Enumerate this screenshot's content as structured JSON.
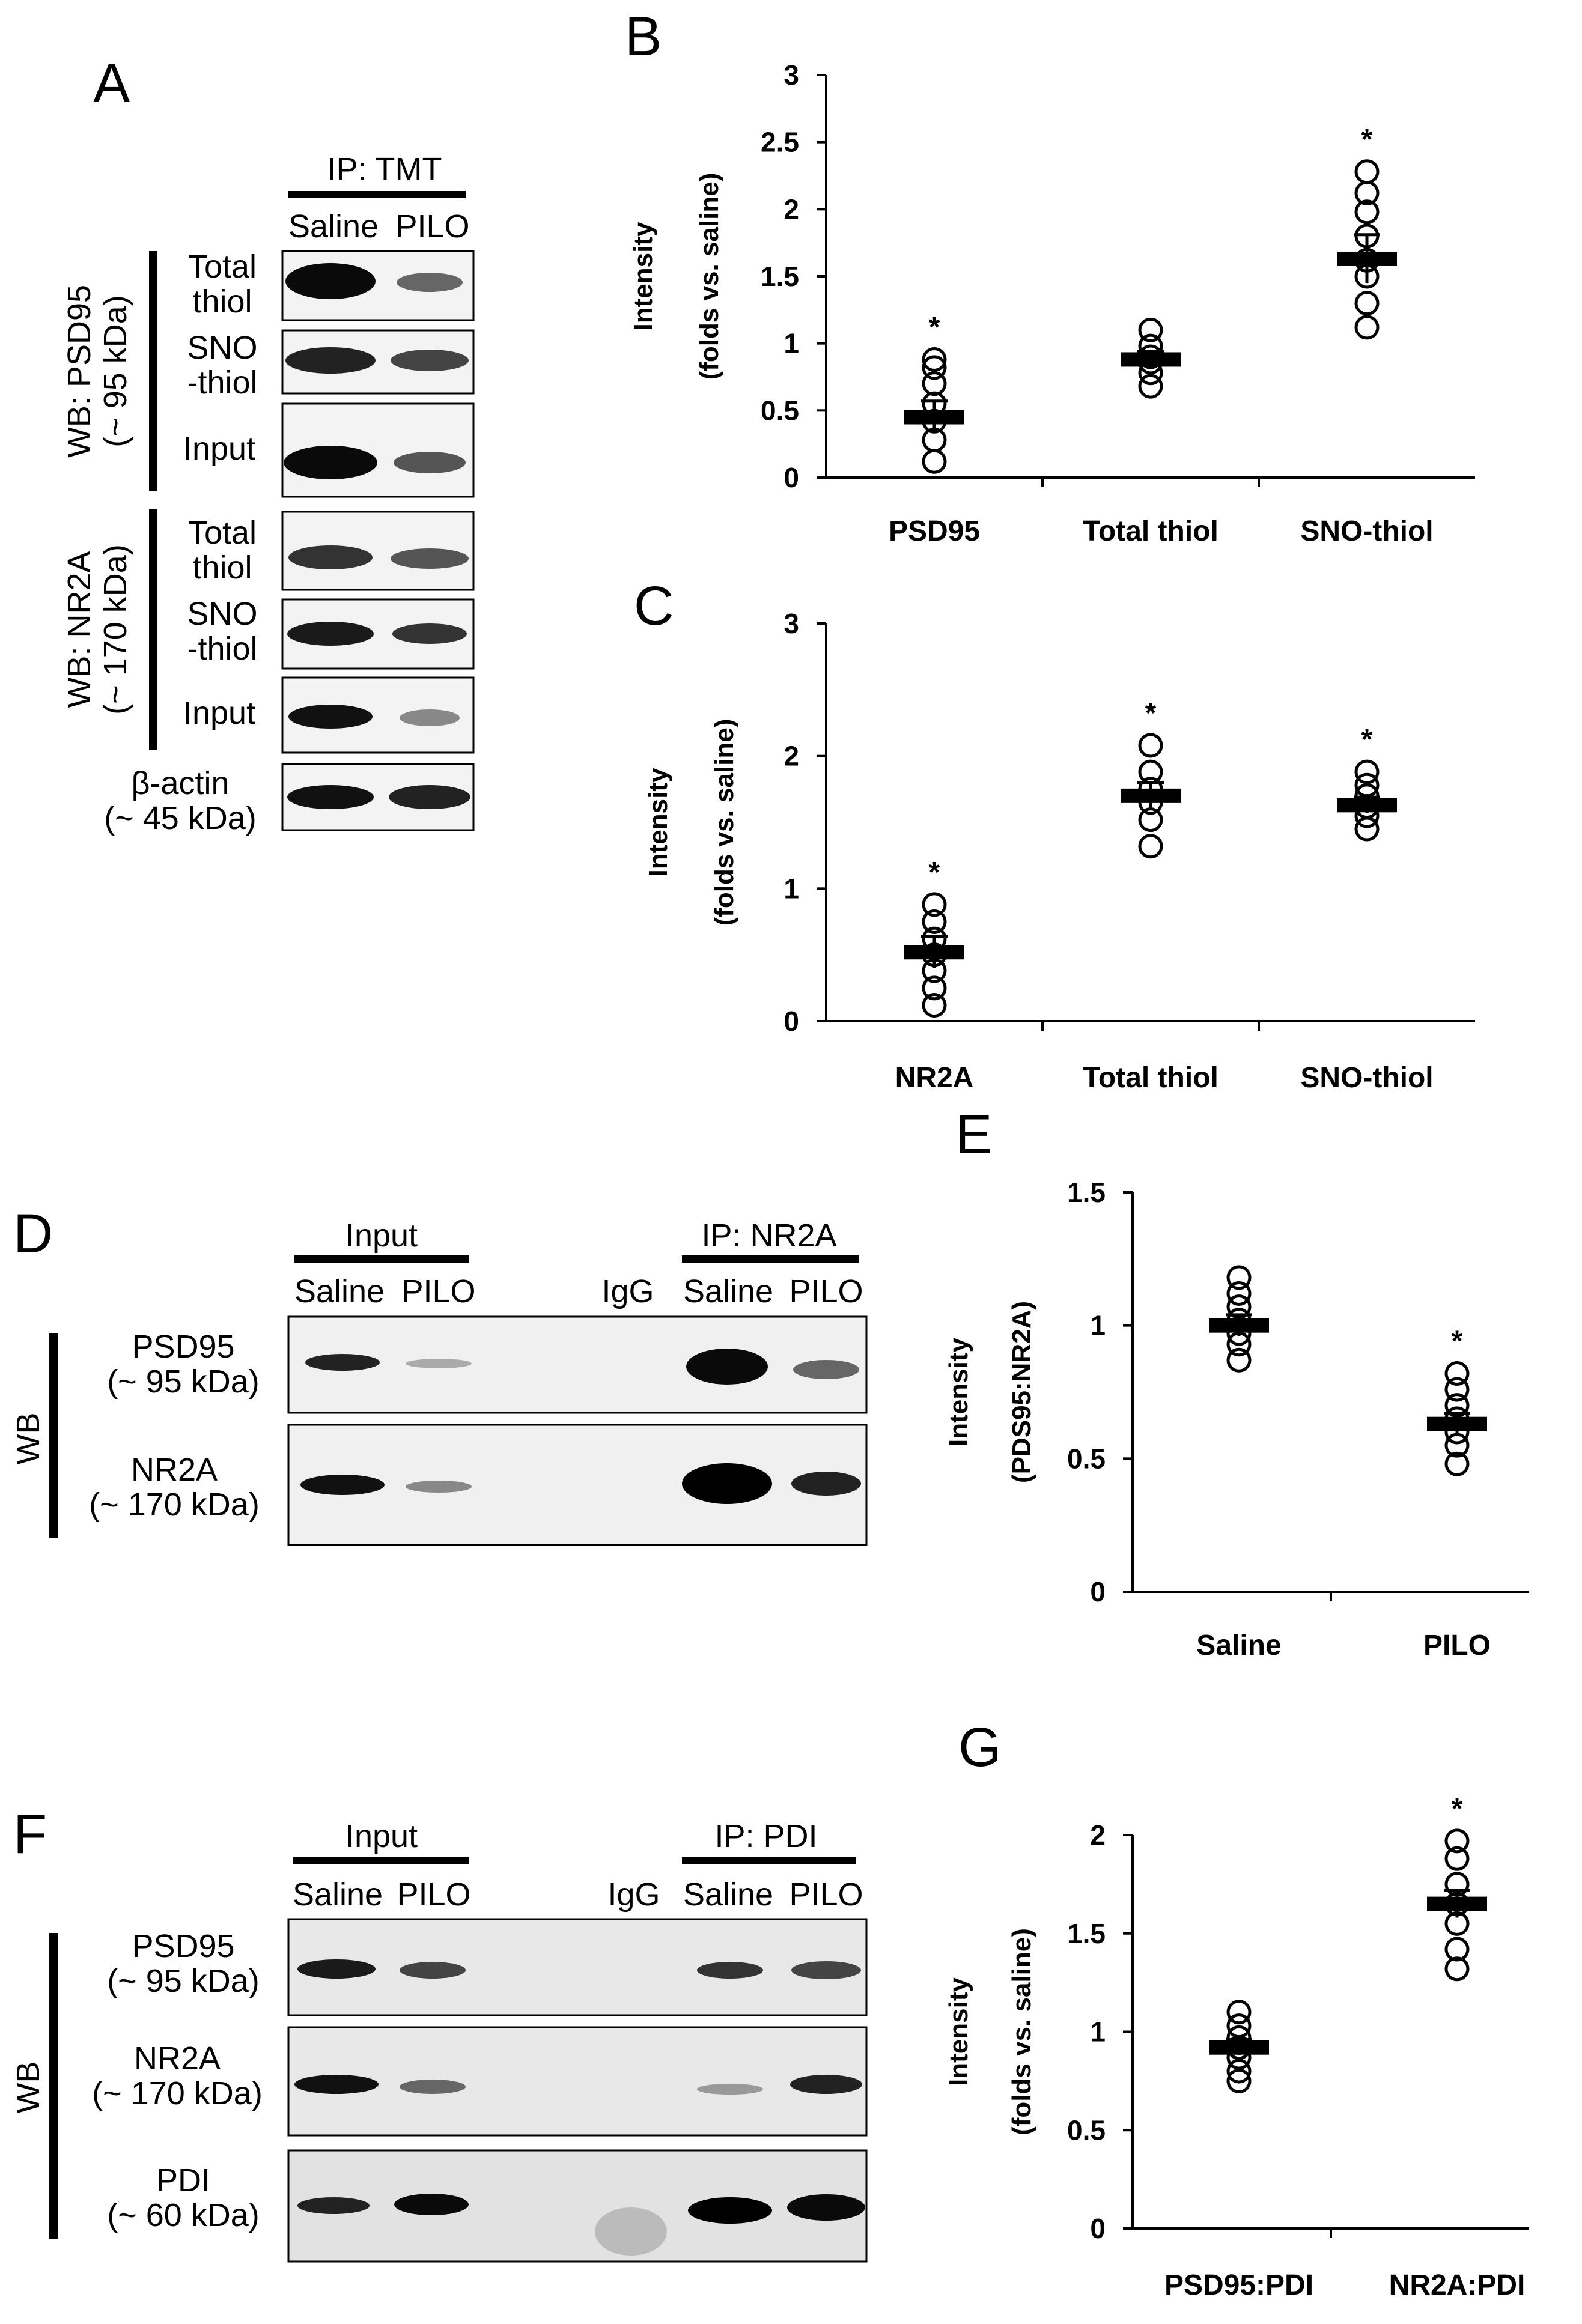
{
  "panels": {
    "A": {
      "letter": "A",
      "ip_label": "IP: TMT",
      "lane_labels": [
        "Saline",
        "PILO"
      ],
      "groups": [
        {
          "wb_label": "WB: PSD95",
          "size_label": "(~ 95 kDa)",
          "rows": [
            "Total\nthiol",
            "SNO\n-thiol",
            "Input"
          ]
        },
        {
          "wb_label": "WB: NR2A",
          "size_label": "(~ 170 kDa)",
          "rows": [
            "Total\nthiol",
            "SNO\n-thiol",
            "Input"
          ]
        }
      ],
      "loading": {
        "line1": "β-actin",
        "line2": "(~ 45 kDa)"
      }
    },
    "D": {
      "letter": "D",
      "input_label": "Input",
      "ip_label": "IP: NR2A",
      "lane_labels": [
        "Saline",
        "PILO",
        "IgG",
        "Saline",
        "PILO"
      ],
      "wb_label": "WB",
      "rows": [
        {
          "line1": "PSD95",
          "line2": "(~ 95 kDa)"
        },
        {
          "line1": "NR2A",
          "line2": "(~ 170 kDa)"
        }
      ]
    },
    "F": {
      "letter": "F",
      "input_label": "Input",
      "ip_label": "IP: PDI",
      "lane_labels": [
        "Saline",
        "PILO",
        "IgG",
        "Saline",
        "PILO"
      ],
      "wb_label": "WB",
      "rows": [
        {
          "line1": "PSD95",
          "line2": "(~ 95 kDa)"
        },
        {
          "line1": "NR2A",
          "line2": "(~ 170 kDa)"
        },
        {
          "line1": "PDI",
          "line2": "(~ 60 kDa)"
        }
      ]
    }
  },
  "chart_data": [
    {
      "panel": "B",
      "type": "scatter",
      "ylabel_line1": "Intensity",
      "ylabel_line2": "(folds vs. saline)",
      "ylim": [
        0,
        3
      ],
      "yticks": [
        0,
        0.5,
        1,
        1.5,
        2,
        2.5,
        3
      ],
      "tick_labels": [
        "0",
        "0.5",
        "1",
        "1.5",
        "2",
        "2.5",
        "3"
      ],
      "categories": [
        "PSD95",
        "Total thiol",
        "SNO-thiol"
      ],
      "means": [
        0.45,
        0.88,
        1.63
      ],
      "sem": [
        0.12,
        0.06,
        0.18
      ],
      "points": [
        [
          0.12,
          0.28,
          0.42,
          0.55,
          0.7,
          0.82,
          0.88
        ],
        [
          0.68,
          0.78,
          0.86,
          0.9,
          0.98,
          1.1
        ],
        [
          1.12,
          1.3,
          1.5,
          1.62,
          1.8,
          1.98,
          2.12,
          2.28
        ]
      ],
      "significant": [
        "*",
        "",
        "*"
      ],
      "grid": false
    },
    {
      "panel": "C",
      "type": "scatter",
      "ylabel_line1": "Intensity",
      "ylabel_line2": "(folds vs. saline)",
      "ylim": [
        0,
        3
      ],
      "yticks": [
        0,
        1,
        2,
        3
      ],
      "tick_labels": [
        "0",
        "1",
        "2",
        "3"
      ],
      "categories": [
        "NR2A",
        "Total thiol",
        "SNO-thiol"
      ],
      "means": [
        0.52,
        1.7,
        1.63
      ],
      "sem": [
        0.12,
        0.1,
        0.06
      ],
      "points": [
        [
          0.12,
          0.25,
          0.38,
          0.5,
          0.62,
          0.75,
          0.88
        ],
        [
          1.32,
          1.52,
          1.65,
          1.75,
          1.88,
          2.08
        ],
        [
          1.45,
          1.55,
          1.62,
          1.7,
          1.78,
          1.88
        ]
      ],
      "significant": [
        "*",
        "*",
        "*"
      ],
      "grid": false
    },
    {
      "panel": "E",
      "type": "scatter",
      "ylabel_line1": "Intensity",
      "ylabel_line2": "(PDS95:NR2A)",
      "ylim": [
        0,
        1.5
      ],
      "yticks": [
        0,
        0.5,
        1,
        1.5
      ],
      "tick_labels": [
        "0",
        "0.5",
        "1",
        "1.5"
      ],
      "categories": [
        "Saline",
        "PILO"
      ],
      "means": [
        1.0,
        0.63
      ],
      "sem": [
        0.04,
        0.04
      ],
      "points": [
        [
          0.87,
          0.93,
          0.97,
          1.02,
          1.07,
          1.12,
          1.18
        ],
        [
          0.48,
          0.55,
          0.6,
          0.65,
          0.7,
          0.76,
          0.82
        ]
      ],
      "significant": [
        "",
        "*"
      ],
      "grid": false
    },
    {
      "panel": "G",
      "type": "scatter",
      "ylabel_line1": "Intensity",
      "ylabel_line2": "(folds vs. saline)",
      "ylim": [
        0,
        2
      ],
      "yticks": [
        0,
        0.5,
        1,
        1.5,
        2
      ],
      "tick_labels": [
        "0",
        "0.5",
        "1",
        "1.5",
        "2"
      ],
      "categories": [
        "PSD95:PDI",
        "NR2A:PDI"
      ],
      "means": [
        0.92,
        1.65
      ],
      "sem": [
        0.04,
        0.07
      ],
      "points": [
        [
          0.75,
          0.8,
          0.87,
          0.92,
          0.97,
          1.03,
          1.1
        ],
        [
          1.32,
          1.42,
          1.55,
          1.65,
          1.75,
          1.88,
          1.97
        ]
      ],
      "significant": [
        "",
        "*"
      ],
      "grid": false
    }
  ]
}
